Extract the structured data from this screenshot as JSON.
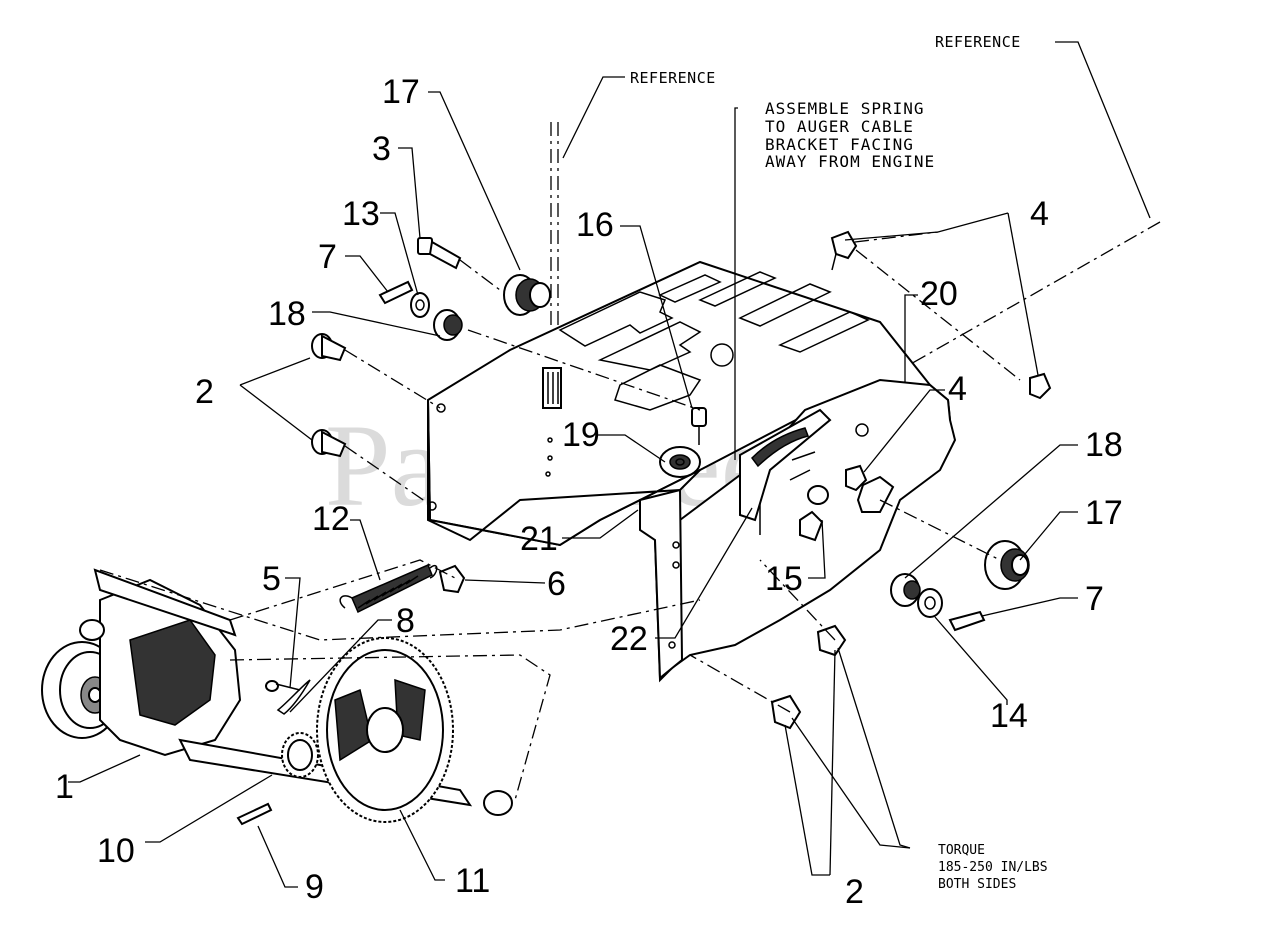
{
  "watermark": {
    "text": "PartsTree",
    "tm": "TM"
  },
  "references": [
    {
      "id": "ref-top-center",
      "text": "REFERENCE"
    },
    {
      "id": "ref-top-right",
      "text": "REFERENCE"
    }
  ],
  "notes": {
    "spring": [
      "ASSEMBLE SPRING",
      "TO AUGER CABLE",
      "BRACKET FACING",
      "AWAY FROM ENGINE"
    ],
    "torque": [
      "TORQUE",
      "185-250 IN/LBS",
      "BOTH SIDES"
    ]
  },
  "callouts": [
    {
      "n": "17"
    },
    {
      "n": "3"
    },
    {
      "n": "13"
    },
    {
      "n": "7"
    },
    {
      "n": "18"
    },
    {
      "n": "2"
    },
    {
      "n": "16"
    },
    {
      "n": "4"
    },
    {
      "n": "20"
    },
    {
      "n": "4"
    },
    {
      "n": "19"
    },
    {
      "n": "18"
    },
    {
      "n": "21"
    },
    {
      "n": "17"
    },
    {
      "n": "12"
    },
    {
      "n": "5"
    },
    {
      "n": "6"
    },
    {
      "n": "8"
    },
    {
      "n": "15"
    },
    {
      "n": "7"
    },
    {
      "n": "22"
    },
    {
      "n": "14"
    },
    {
      "n": "1"
    },
    {
      "n": "10"
    },
    {
      "n": "11"
    },
    {
      "n": "9"
    },
    {
      "n": "2"
    }
  ]
}
